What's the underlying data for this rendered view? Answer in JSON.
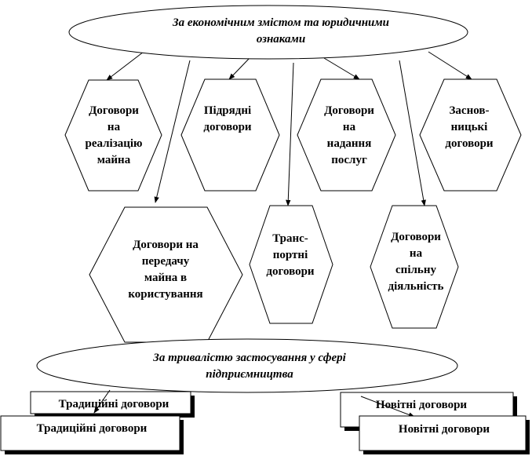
{
  "top_ellipse": {
    "line1": "За економічним змістом та юридичними",
    "line2": "ознаками"
  },
  "hexagons": [
    {
      "id": "realization",
      "lines": [
        "Договори",
        "на",
        "реалізацію",
        "майна"
      ]
    },
    {
      "id": "contracting",
      "lines": [
        "Підрядні",
        "договори"
      ]
    },
    {
      "id": "services",
      "lines": [
        "Договори",
        "на",
        "надання",
        "послуг"
      ]
    },
    {
      "id": "founding",
      "lines": [
        "Заснов-",
        "ницькі",
        "договори"
      ]
    },
    {
      "id": "use-transfer",
      "lines": [
        "Договори на",
        "передачу",
        "майна в",
        "користування"
      ]
    },
    {
      "id": "transport",
      "lines": [
        "Транс-",
        "портні",
        "договори"
      ]
    },
    {
      "id": "joint-activity",
      "lines": [
        "Договори",
        "на",
        "спільну",
        "діяльність"
      ]
    }
  ],
  "bottom_ellipse": {
    "line1": "За тривалістю застосування у сфері",
    "line2": "підприємництва"
  },
  "boxes": {
    "traditional_back": "Традиційні договори",
    "traditional_front": "Традиційні договори",
    "new_back": "Новітні договори",
    "new_front": "Новітні договори"
  }
}
